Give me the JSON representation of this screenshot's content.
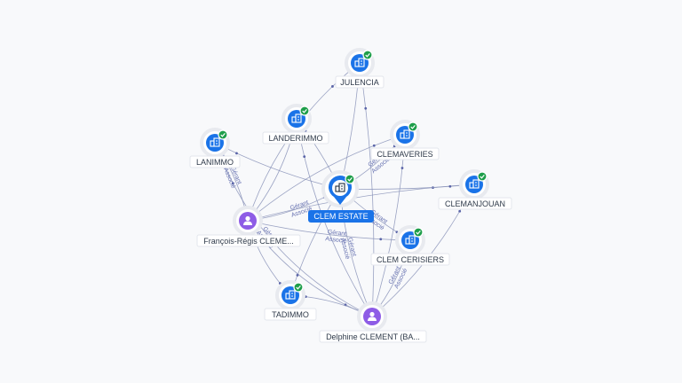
{
  "colors": {
    "edge": "#8a93b8",
    "company": "#1a73e8",
    "person": "#8e5ce6",
    "badge": "#1e9e4a",
    "center": "#1a73e8",
    "halo": "#e8eaef"
  },
  "center": {
    "label": "CLEM ESTATE",
    "icon": "building-icon"
  },
  "companies": [
    {
      "id": "julencia",
      "label": "JULENCIA",
      "icon": "building-icon"
    },
    {
      "id": "landerimmo",
      "label": "LANDERIMMO",
      "icon": "building-icon"
    },
    {
      "id": "lanimmo",
      "label": "LANIMMO",
      "icon": "building-icon"
    },
    {
      "id": "clemaveries",
      "label": "CLEMAVERIES",
      "icon": "building-icon"
    },
    {
      "id": "clemanjouan",
      "label": "CLEMANJOUAN",
      "icon": "building-icon"
    },
    {
      "id": "clemcerisiers",
      "label": "CLEM CERISIERS",
      "icon": "building-icon"
    },
    {
      "id": "tadimmo",
      "label": "TADIMMO",
      "icon": "building-icon"
    }
  ],
  "persons": [
    {
      "id": "francois",
      "label": "François-Régis CLEME...",
      "icon": "person-icon"
    },
    {
      "id": "delphine",
      "label": "Delphine CLEMENT (BA...",
      "icon": "person-icon"
    }
  ],
  "edge_labels": [
    "Gérant",
    "Associé"
  ]
}
